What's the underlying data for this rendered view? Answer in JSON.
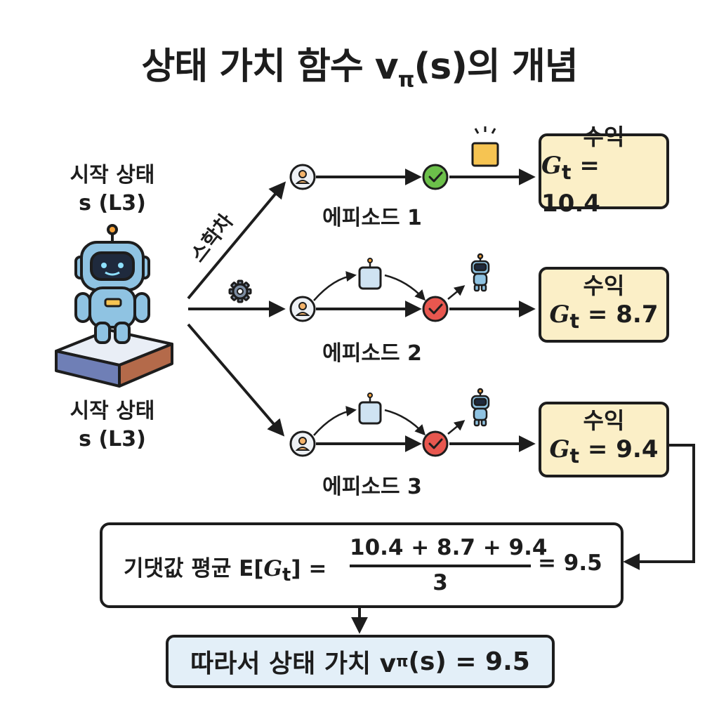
{
  "title": "상태 가치 함수 v",
  "title_sub": "π",
  "title_tail": "(s)의 개념",
  "start_state": {
    "top_line1": "시작 상태",
    "top_line2": "s (L3)",
    "bottom_line1": "시작 상태",
    "bottom_line2": "s (L3)"
  },
  "branch_label": "스학차",
  "episodes": [
    {
      "label": "에피소드 1",
      "return_label": "수익",
      "return_var": "G",
      "return_sub": "t",
      "return_eq": " = 10.4",
      "outcome": "success"
    },
    {
      "label": "에피소드 2",
      "return_label": "수익",
      "return_var": "G",
      "return_sub": "t",
      "return_eq": " = 8.7",
      "outcome": "fail"
    },
    {
      "label": "에피소드 3",
      "return_label": "수익",
      "return_var": "G",
      "return_sub": "t",
      "return_eq": " = 9.4",
      "outcome": "fail"
    }
  ],
  "formula": {
    "prefix": "기댓값 평균 E[",
    "var": "G",
    "sub": "t",
    "close": "] =",
    "numerator": "10.4 + 8.7 + 9.4",
    "denominator": "3",
    "result": "= 9.5"
  },
  "conclusion": {
    "prefix": "따라서 상태 가치 v",
    "sub": "π",
    "suffix": "(s) = 9.5"
  },
  "colors": {
    "ink": "#1d1d1d",
    "return_box": "#fbefc7",
    "conclusion_box": "#e3eff8",
    "success": "#6cc04a",
    "fail": "#e8574f",
    "robot": "#8fc3e2",
    "reward": "#f6c452"
  },
  "icons": [
    "robot-icon",
    "person-icon",
    "check-icon",
    "gear-icon",
    "reward-box-icon",
    "platform-icon"
  ]
}
